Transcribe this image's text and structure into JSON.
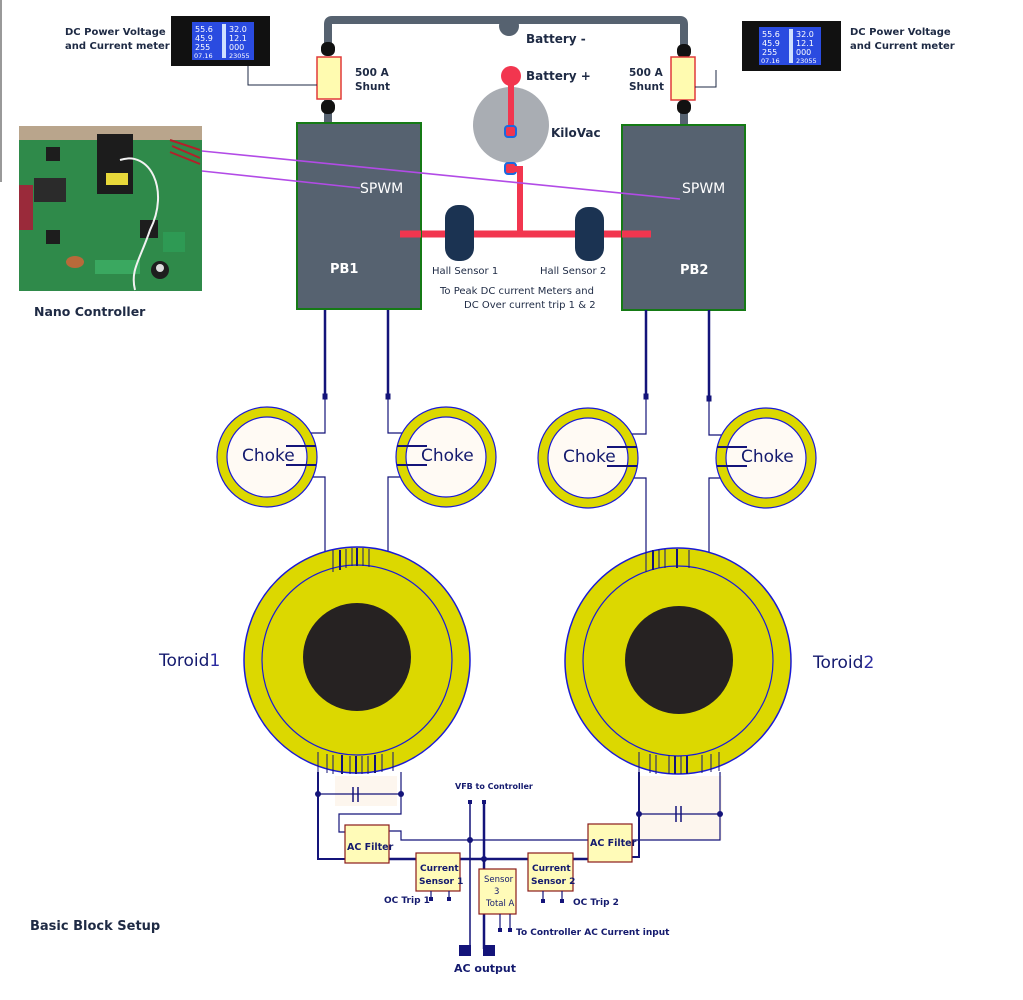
{
  "title": "Basic Block Setup",
  "colors": {
    "battery_negative_wire": "#566270",
    "battery_positive_wire": "#f2364f",
    "power_board_fill": "#566270",
    "power_board_border": "#157a15",
    "signal_wire": "#b24be6",
    "ac_wire": "#14147a",
    "core_yellow": "#dcd800",
    "core_outline": "#1a1ad6",
    "core_center": "#262222",
    "filter_fill": "#fffbb8",
    "filter_border": "#8a1a1a",
    "kilovac_fill": "#a9adb3",
    "hall_sensor_fill": "#1b3352"
  },
  "meters": [
    {
      "label_line1": "DC Power Voltage",
      "label_line2": "and Current  meter",
      "display": {
        "row1_left": "55.6",
        "row1_right": "32.0",
        "row2_left": "45.9",
        "row2_right": "12.1",
        "row3_left": "255",
        "row3_right": "000",
        "row4_left": "07.16",
        "row4_right": "23055"
      }
    },
    {
      "label_line1": "DC Power Voltage",
      "label_line2": "and Current  meter",
      "display": {
        "row1_left": "55.6",
        "row1_right": "32.0",
        "row2_left": "45.9",
        "row2_right": "12.1",
        "row3_left": "255",
        "row3_right": "000",
        "row4_left": "07.16",
        "row4_right": "23055"
      }
    }
  ],
  "shunts": [
    {
      "label_line1": "500 A",
      "label_line2": "Shunt"
    },
    {
      "label_line1": "500 A",
      "label_line2": "Shunt"
    }
  ],
  "battery": {
    "negative": "Battery -",
    "positive": "Battery +"
  },
  "contactor": {
    "label": "KiloVac"
  },
  "power_boards": [
    {
      "name": "PB1",
      "signal": "SPWM"
    },
    {
      "name": "PB2",
      "signal": "SPWM"
    }
  ],
  "hall_sensors": [
    {
      "label": "Hall Sensor 1"
    },
    {
      "label": "Hall Sensor 2"
    }
  ],
  "hall_note": {
    "line1": "To Peak DC current  Meters and",
    "line2": "DC Over current trip 1 & 2"
  },
  "controller": {
    "label": "Nano Controller"
  },
  "chokes": [
    {
      "label": "Choke"
    },
    {
      "label": "Choke"
    },
    {
      "label": "Choke"
    },
    {
      "label": "Choke"
    }
  ],
  "toroids": [
    {
      "label": "Toroid",
      "index": "1"
    },
    {
      "label": "Toroid",
      "index": "2"
    }
  ],
  "ac_section": {
    "filter_1": "AC Filter",
    "filter_2": "AC Filter",
    "current_sensor_1": {
      "line1": "Current",
      "line2": "Sensor 1"
    },
    "current_sensor_2": {
      "line1": "Current",
      "line2": "Sensor 2"
    },
    "sensor_3": {
      "line1": "Sensor",
      "line2": "3",
      "line3": "Total A"
    },
    "oc_trip_1": "OC Trip 1",
    "oc_trip_2": "OC Trip 2",
    "vfb": "VFB to Controller",
    "controller_input": "To Controller AC Current input",
    "ac_output": "AC output"
  }
}
